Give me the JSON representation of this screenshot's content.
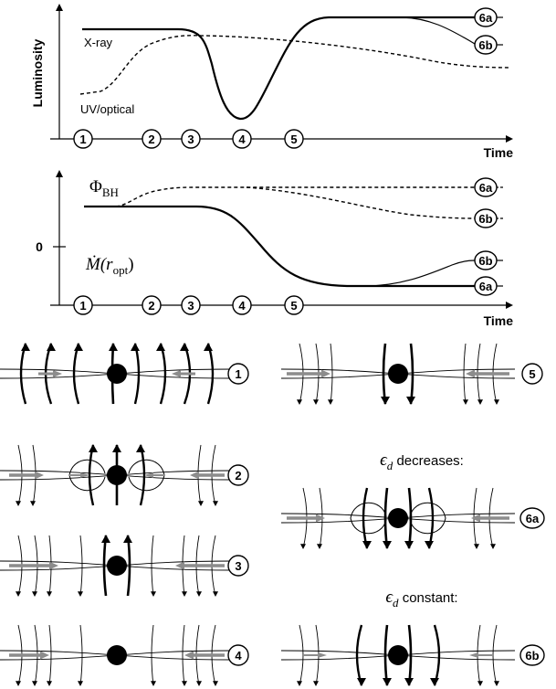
{
  "top_panel": {
    "ylabel": "Luminosity",
    "xlabel": "Time",
    "curve_labels": {
      "xray": "X-ray",
      "uvopt": "UV/optical"
    },
    "ends": [
      "6a",
      "6b"
    ],
    "stages": [
      "1",
      "2",
      "3",
      "4",
      "5"
    ]
  },
  "bottom_panel": {
    "xlabel": "Time",
    "zero_label": "0",
    "phi_label": {
      "main": "Φ",
      "sub": "BH"
    },
    "mdot_label": {
      "main": "Ṁ(r",
      "sub": "opt",
      "close": ")"
    },
    "ends_phi": [
      "6a",
      "6b"
    ],
    "ends_mdot": [
      "6b",
      "6a"
    ],
    "stages": [
      "1",
      "2",
      "3",
      "4",
      "5"
    ]
  },
  "sketches": {
    "labels": [
      "1",
      "2",
      "3",
      "4",
      "5",
      "6a",
      "6b"
    ],
    "captions": {
      "decreases": {
        "symbol": "ϵ",
        "sub": "d",
        "text": " decreases:"
      },
      "constant": {
        "symbol": "ϵ",
        "sub": "d",
        "text": " constant:"
      }
    }
  },
  "colors": {
    "ink": "#000000",
    "arrow_gray": "#8c8c8c",
    "background": "#ffffff"
  }
}
